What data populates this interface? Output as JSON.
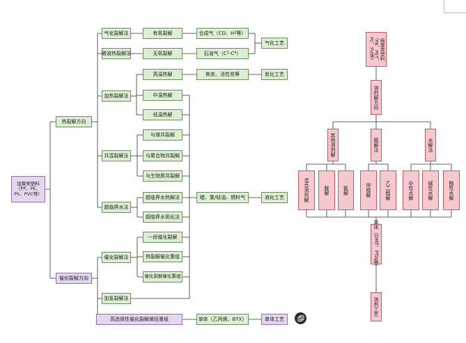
{
  "root": {
    "text": "加聚类塑料\n（PP、PE、\nPS、PVC等）"
  },
  "branch1": {
    "text": "热裂解方向"
  },
  "branch2": {
    "text": "催化裂解方向"
  },
  "l1": {
    "gasify": "气化裂解法",
    "microwave": "微波热裂解法",
    "heating": "加热裂解法",
    "copyrolysis": "共混裂解法",
    "supercritical": "超临界水法",
    "catalytic": "催化裂解法",
    "hydro": "加氢裂解法",
    "selective": "高选择性催化裂解烯烃重组"
  },
  "l2": {
    "aerobic": "有氧裂解",
    "anaerobic": "无氧裂解",
    "hightemp": "高温热解",
    "midtemp": "中温热解",
    "lowtemp": "低温热解",
    "coal": "与煤共裂解",
    "polymer": "与聚合物共裂解",
    "biomass": "与生物质共裂解",
    "sc_pyrolysis": "超临界水热解法",
    "sc_oxidation": "超临界水氧化法",
    "onestage": "一段催化裂解",
    "thermal_cat": "热裂解催化重组",
    "cat_cat": "催化裂解催化重组"
  },
  "products": {
    "syngas_a": "合成气（CO、H",
    "syngas_sub": "2",
    "syngas_b": "等）",
    "oilgas_a": "石油气（C",
    "oilgas_s1": "1",
    "oilgas_m": "-C",
    "oilgas_s2": "4",
    "oilgas_b": "）",
    "coke": "焦炭、活性炭等",
    "liquid": "蜡、重/轻油、燃料气",
    "monomer": "单体（乙丙烯、BTX）"
  },
  "processes": {
    "gas": "气化工艺",
    "carbon": "炭化工艺",
    "liquid": "液化工艺",
    "monomer": "单体工艺"
  },
  "right": {
    "top": "缩聚类塑料\n（PA、PET、\nPC、PU等）",
    "direction": "溶剂解方向",
    "method1": "其他溶剂解",
    "method2": "醇解法",
    "method3": "水解法",
    "leaf1": "混合溶剂解",
    "leaf2": "胺解",
    "leaf3": "氨解",
    "leaf4": "甲醇解",
    "leaf5": "乙二醇解",
    "leaf6": "中性水解",
    "leaf7": "碱性水解",
    "leaf8": "酸性水解",
    "monomer": "单体（DMT、PTA等）",
    "process": "溶剂工艺"
  },
  "icons": {
    "fab": "copy-icon"
  }
}
